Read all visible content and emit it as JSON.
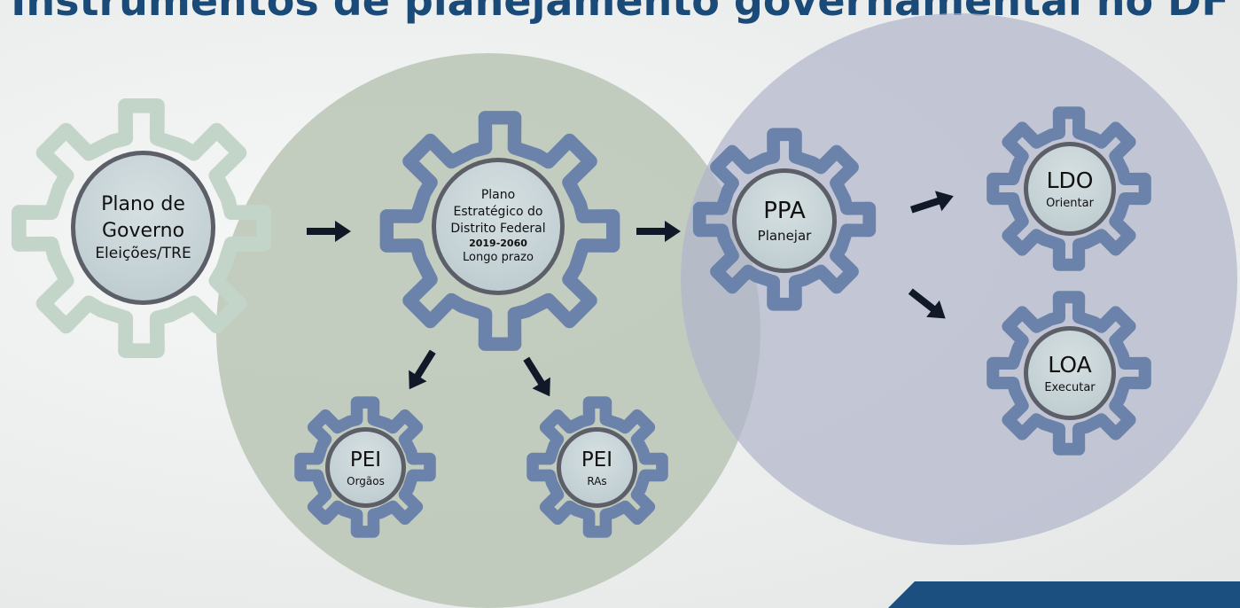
{
  "title": "Instrumentos de planejamento governamental no DF",
  "colors": {
    "title": "#1a4a78",
    "gear_green": "#c3d5c8",
    "gear_blue": "#6b83aa",
    "circle_green": "#b5c2b0",
    "circle_purple": "#b2b5ca",
    "arrow": "#111827",
    "corner_band": "#1a4f80"
  },
  "nodes": {
    "plano_governo": {
      "line1": "Plano de",
      "line2": "Governo",
      "line3": "Eleições/TRE",
      "icon": "gear-icon"
    },
    "plano_estrategico": {
      "line1": "Plano",
      "line2": "Estratégico do",
      "line3": "Distrito Federal",
      "line4": "2019-2060",
      "line5": "Longo prazo",
      "icon": "gear-icon"
    },
    "ppa": {
      "title": "PPA",
      "sub": "Planejar",
      "icon": "gear-icon"
    },
    "ldo": {
      "title": "LDO",
      "sub": "Orientar",
      "icon": "gear-icon"
    },
    "loa": {
      "title": "LOA",
      "sub": "Executar",
      "icon": "gear-icon"
    },
    "pei_orgaos": {
      "title": "PEI",
      "sub": "Orgãos",
      "icon": "gear-icon"
    },
    "pei_ras": {
      "title": "PEI",
      "sub": "RAs",
      "icon": "gear-icon"
    }
  },
  "arrows": [
    "arrow-icon",
    "arrow-icon",
    "arrow-icon",
    "arrow-icon",
    "arrow-icon",
    "arrow-icon"
  ]
}
